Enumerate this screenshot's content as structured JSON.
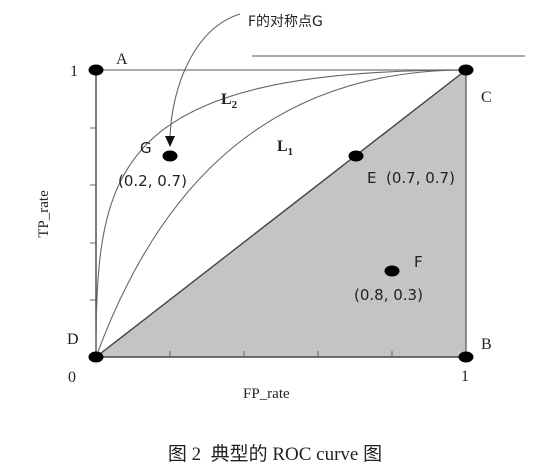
{
  "annotation": {
    "text": "F的对称点G"
  },
  "axes": {
    "ylabel": "TP_rate",
    "xlabel": "FP_rate",
    "y_tick_top": "1",
    "origin_label": "0",
    "x_tick_right": "1"
  },
  "corners": {
    "A": "A",
    "B": "B",
    "C": "C",
    "D": "D"
  },
  "curves": {
    "L1": {
      "letter": "L",
      "subscript": "1"
    },
    "L2": {
      "letter": "L",
      "subscript": "2"
    }
  },
  "points": {
    "G": {
      "label": "G",
      "coords": "(0.2, 0.7)",
      "x": 0.2,
      "y": 0.7
    },
    "E": {
      "label": "E",
      "coords": "(0.7, 0.7)",
      "x": 0.7,
      "y": 0.7
    },
    "F": {
      "label": "F",
      "coords": "(0.8, 0.3)",
      "x": 0.8,
      "y": 0.3
    }
  },
  "caption": {
    "text": "图 2  典型的 ROC curve 图"
  },
  "colors": {
    "region_fill": "#c4c4c4",
    "line": "#555555",
    "dot": "#000000"
  }
}
